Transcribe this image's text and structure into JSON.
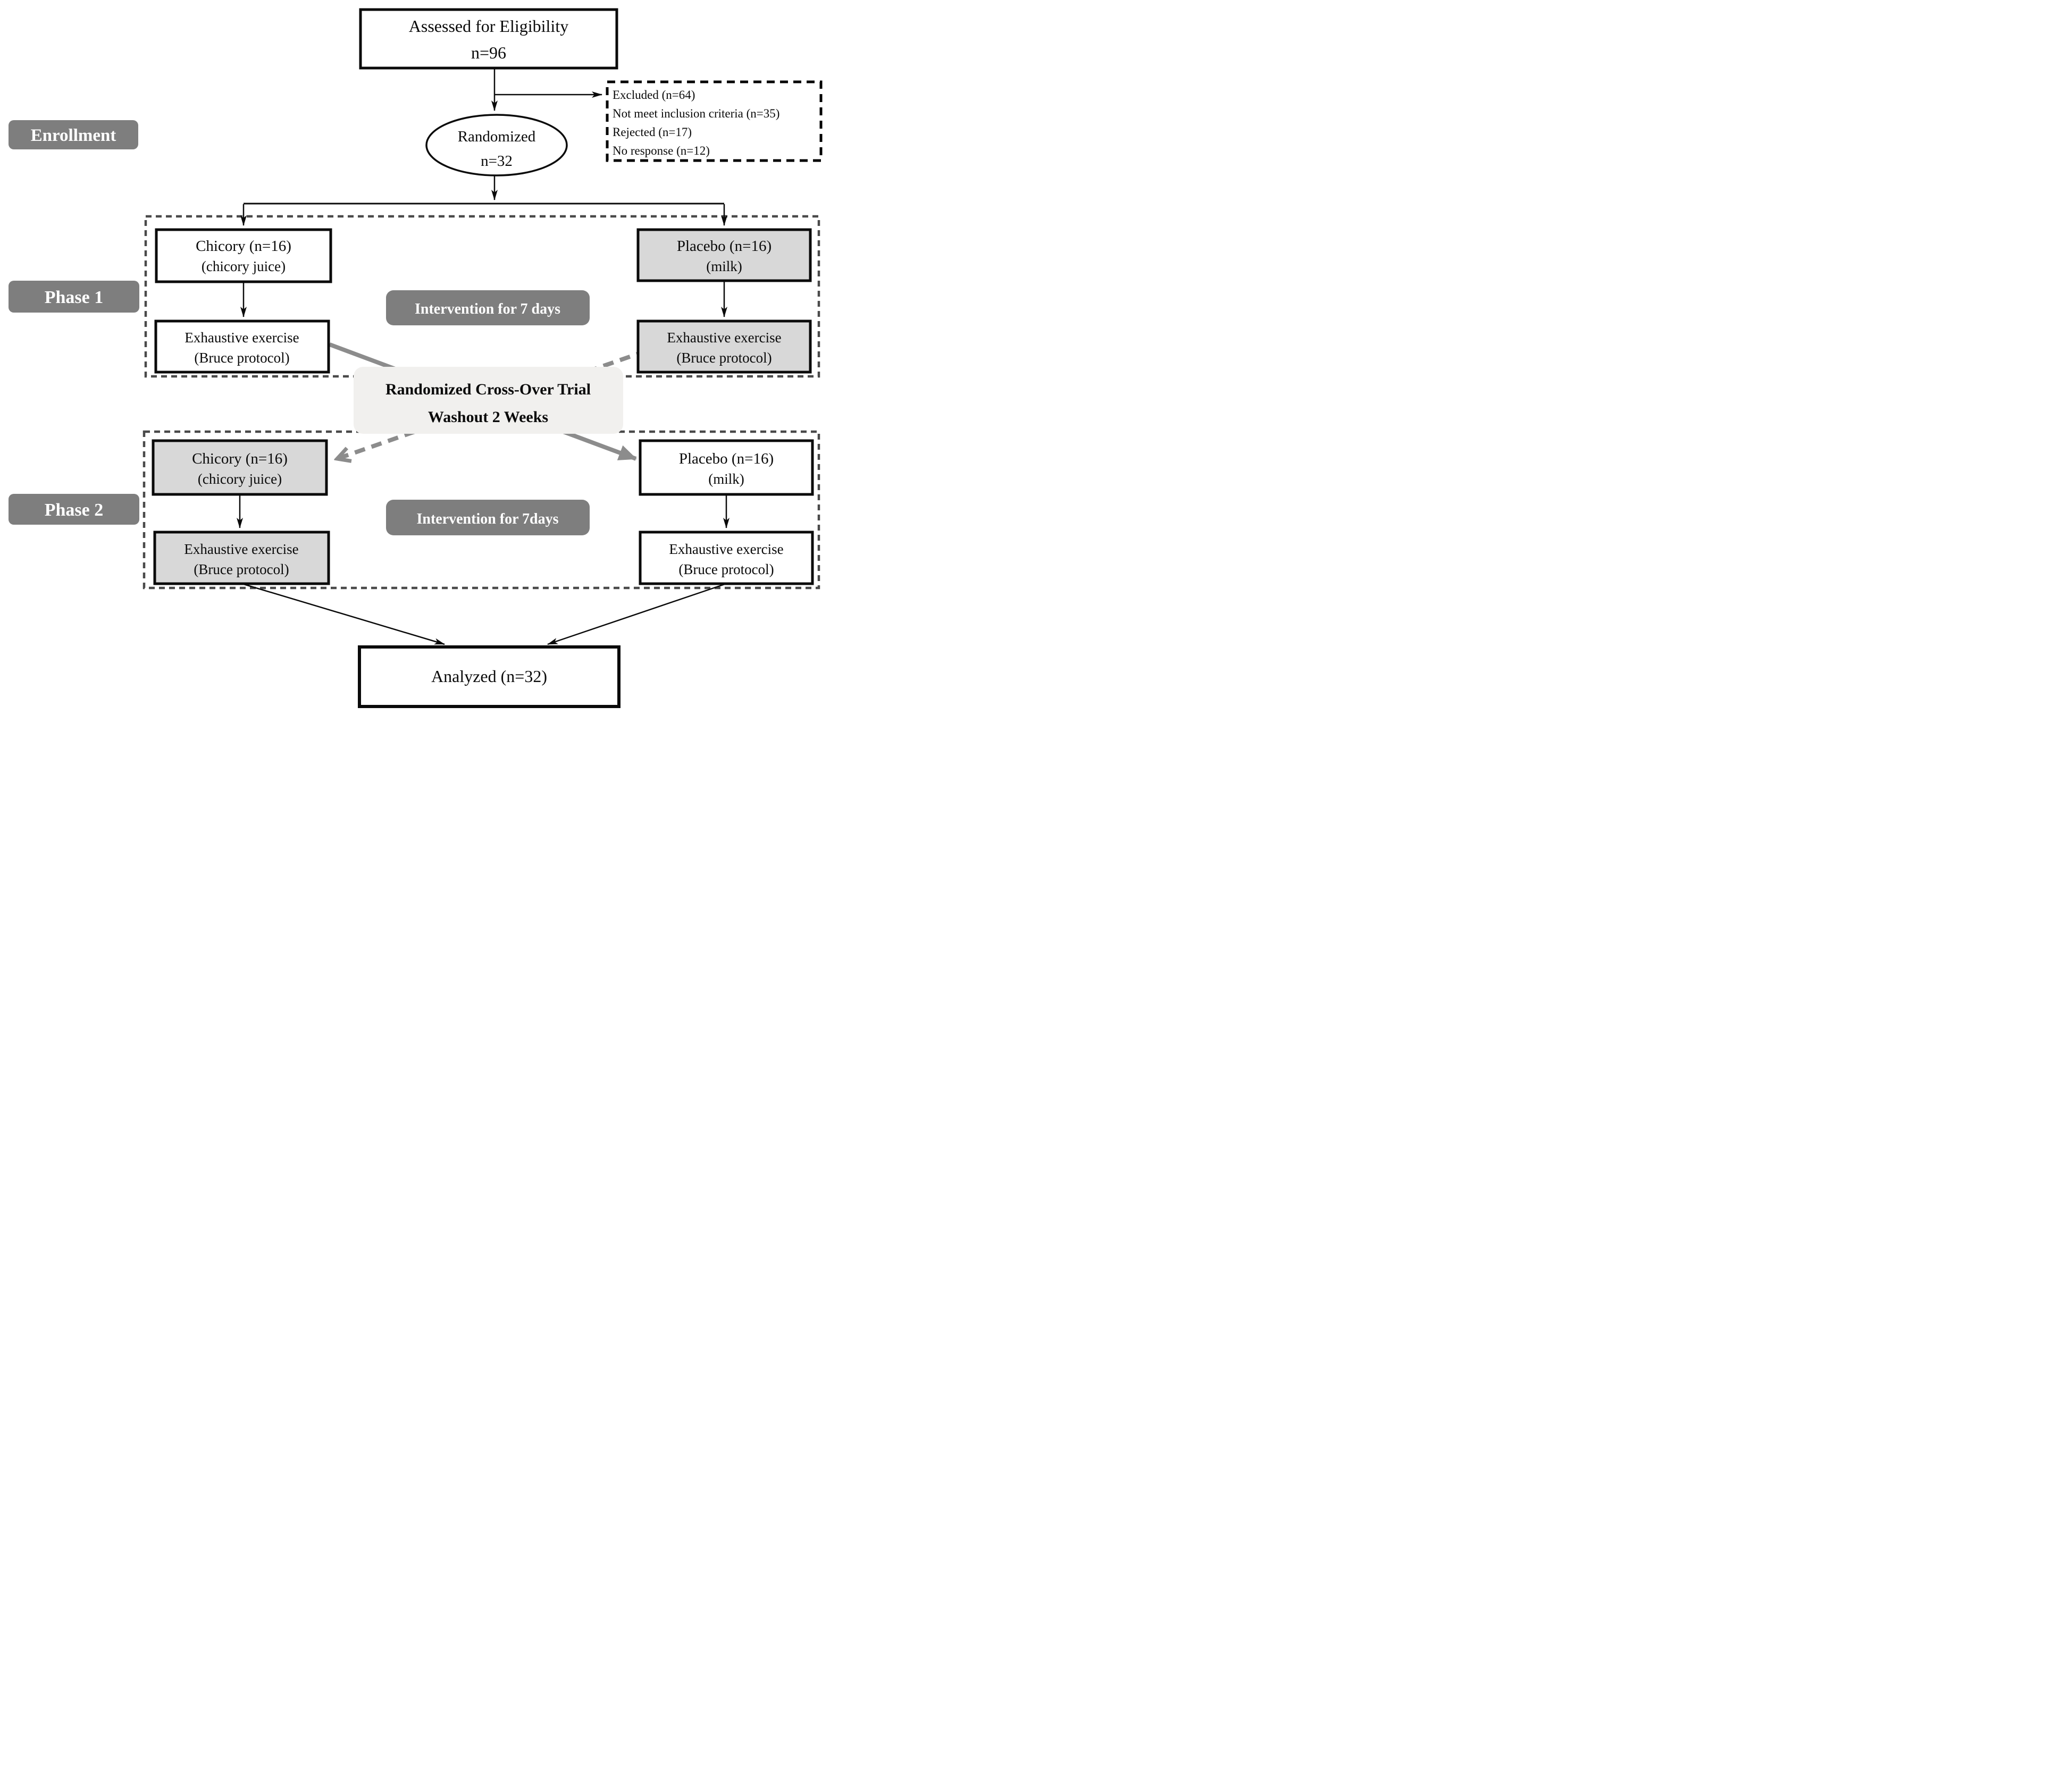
{
  "colors": {
    "label_gray": "#7e7e7e",
    "box_shade_gray": "#d8d8d8",
    "washout_fill": "#f1f0ee",
    "washout_text": "#6b6b6b",
    "arrow_gray": "#8c8c8c",
    "dash_border_gray": "#4a4a4a",
    "line_black": "#0a0a0a"
  },
  "enrollment": {
    "stage_label": "Enrollment",
    "assessed": {
      "line1": "Assessed for Eligibility",
      "line2": "n=96"
    },
    "excluded": {
      "lines": [
        "Excluded (n=64)",
        "Not meet inclusion criteria (n=35)",
        "Rejected (n=17)",
        "No response (n=12)"
      ]
    },
    "randomized": {
      "line1": "Randomized",
      "line2": "n=32"
    }
  },
  "phase1": {
    "stage_label": "Phase 1",
    "chicory": {
      "line1": "Chicory (n=16)",
      "line2": "(chicory juice)"
    },
    "placebo": {
      "line1": "Placebo (n=16)",
      "line2": "(milk)"
    },
    "intervention_label": "Intervention for 7 days",
    "exercise_left": {
      "line1": "Exhaustive exercise",
      "line2": "(Bruce protocol)"
    },
    "exercise_right": {
      "line1": "Exhaustive exercise",
      "line2": "(Bruce protocol)"
    }
  },
  "washout": {
    "line1": "Randomized Cross-Over Trial",
    "line2": "Washout 2 Weeks"
  },
  "phase2": {
    "stage_label": "Phase 2",
    "chicory": {
      "line1": "Chicory (n=16)",
      "line2": "(chicory juice)"
    },
    "placebo": {
      "line1": "Placebo (n=16)",
      "line2": "(milk)"
    },
    "intervention_label": "Intervention for 7days",
    "exercise_left": {
      "line1": "Exhaustive exercise",
      "line2": "(Bruce protocol)"
    },
    "exercise_right": {
      "line1": "Exhaustive exercise",
      "line2": "(Bruce protocol)"
    }
  },
  "analyzed": {
    "label": "Analyzed (n=32)"
  }
}
